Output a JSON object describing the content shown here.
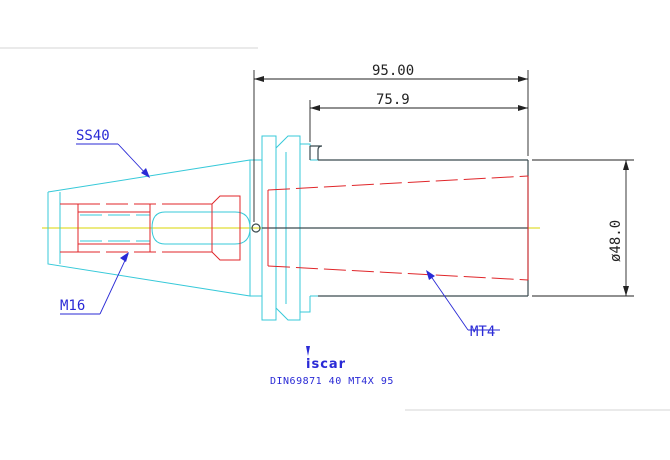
{
  "dimensions": {
    "overall_length": "95.00",
    "bore_depth": "75.9",
    "diameter": "ø48.0"
  },
  "labels": {
    "taper": "SS40",
    "thread": "M16",
    "morse_taper": "MT4"
  },
  "logo": {
    "text": "iscar"
  },
  "part_designation": "DIN69871 40 MT4X 95",
  "colors": {
    "outline": "#37c9d9",
    "hidden_lines": "#e0262a",
    "center_line": "#d9d400",
    "annotations": "#2a2ad6",
    "dimensions": "#222222"
  }
}
